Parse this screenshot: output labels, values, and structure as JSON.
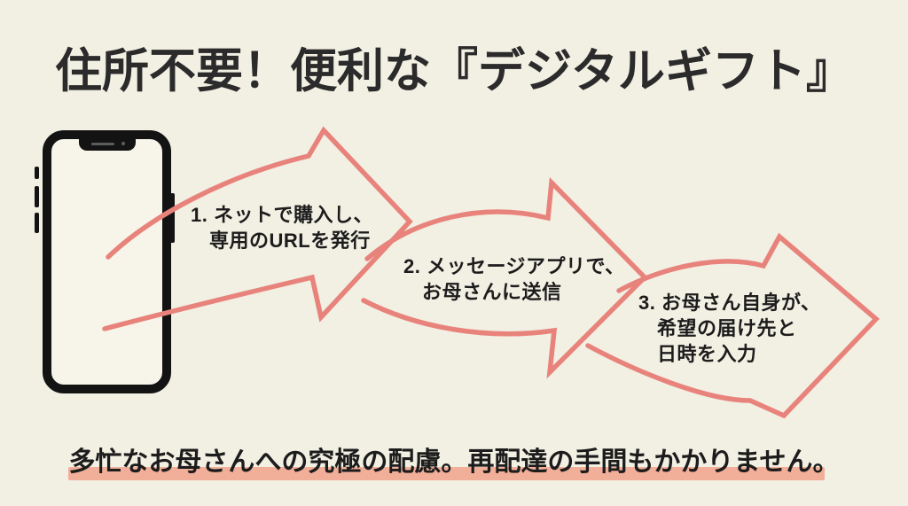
{
  "title": "住所不要！便利な『デジタルギフト』",
  "steps": [
    {
      "lines": [
        "1. ネットで購入し、",
        "専用のURLを発行"
      ]
    },
    {
      "lines": [
        "2. メッセージアプリで、",
        "お母さんに送信"
      ]
    },
    {
      "lines": [
        "3. お母さん自身が、",
        "希望の届け先と",
        "日時を入力"
      ]
    }
  ],
  "footer": "多忙なお母さんへの究極の配慮。再配達の手間もかかりません。",
  "colors": {
    "background": "#f2efe3",
    "arrow": "#e8837c",
    "highlight": "#f1ae98",
    "text": "#1c1c1c",
    "title_color": "#2b2b2b",
    "phone_frame": "#131313",
    "phone_screen": "#f7f4e9"
  }
}
